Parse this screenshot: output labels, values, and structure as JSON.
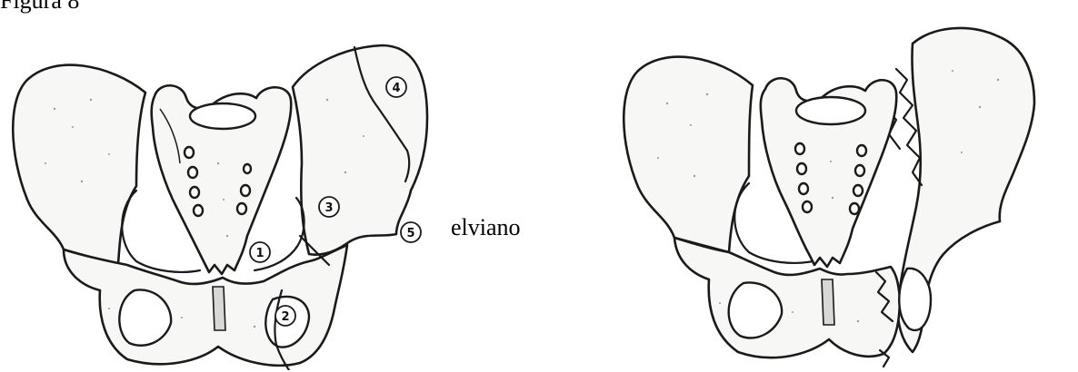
{
  "figure_caption": "Figura 8",
  "body_text_fragment": "elviano",
  "left_figure": {
    "fracture_markers": [
      "1",
      "2",
      "3",
      "4",
      "5"
    ]
  },
  "colors": {
    "ink": "#1a1a1a",
    "bone_fill": "#f7f7f5",
    "background": "#ffffff"
  }
}
